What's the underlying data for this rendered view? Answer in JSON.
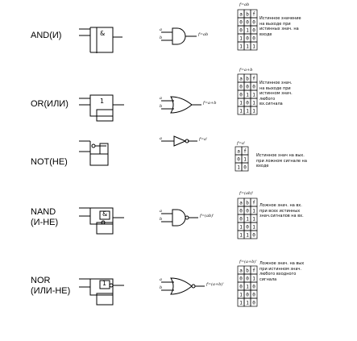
{
  "gates": [
    {
      "label": "AND(И)",
      "symbol": "&",
      "out_name": "f=ab",
      "table_caption": "f=ab",
      "table_rows": [
        [
          "a",
          "b",
          "f"
        ],
        [
          "0",
          "0",
          "0"
        ],
        [
          "0",
          "1",
          "0"
        ],
        [
          "1",
          "0",
          "0"
        ],
        [
          "1",
          "1",
          "1"
        ]
      ],
      "note": "Истинное значение\nна выходе при\nистинных знач. на\nвходе"
    },
    {
      "label": "OR(ИЛИ)",
      "symbol": "1",
      "out_name": "f=a+b",
      "table_caption": "f=a+b",
      "table_rows": [
        [
          "a",
          "b",
          "f"
        ],
        [
          "0",
          "0",
          "0"
        ],
        [
          "0",
          "1",
          "1"
        ],
        [
          "1",
          "0",
          "1"
        ],
        [
          "1",
          "1",
          "1"
        ]
      ],
      "note": "Истинное знач.\nна выходе при\nистинном знач.\nлюбого\nвх.сигнала"
    },
    {
      "label": "NOT(НЕ)",
      "symbol": "",
      "out_name": "f=a'",
      "table_caption": "f=a'",
      "table_rows": [
        [
          "a",
          "f"
        ],
        [
          "0",
          "1"
        ],
        [
          "1",
          "0"
        ]
      ],
      "note": "Истинное знач на вых.\nпри ложном сигнале на\nвходе"
    },
    {
      "label": "NAND\n(И-НЕ)",
      "symbol": "&",
      "out_name": "f=(ab)'",
      "table_caption": "f=(ab)'",
      "table_rows": [
        [
          "a",
          "b",
          "f"
        ],
        [
          "0",
          "0",
          "1"
        ],
        [
          "0",
          "1",
          "1"
        ],
        [
          "1",
          "0",
          "1"
        ],
        [
          "1",
          "1",
          "0"
        ]
      ],
      "note": "Ложное знач. на вх.\nпри всех истинных\nзнач.сигналов на вх."
    },
    {
      "label": "NOR\n(ИЛИ-НЕ)",
      "symbol": "1",
      "out_name": "f=(a+b)'",
      "table_caption": "f=(a+b)'",
      "table_rows": [
        [
          "a",
          "b",
          "f"
        ],
        [
          "0",
          "0",
          "1"
        ],
        [
          "0",
          "1",
          "0"
        ],
        [
          "1",
          "0",
          "0"
        ],
        [
          "1",
          "1",
          "0"
        ]
      ],
      "note": "Ложное знач. на вых\nпри истинном знач.\nлюбого входного\nсигнала"
    }
  ],
  "pins": {
    "a": "a",
    "b": "b",
    "f": "f"
  }
}
